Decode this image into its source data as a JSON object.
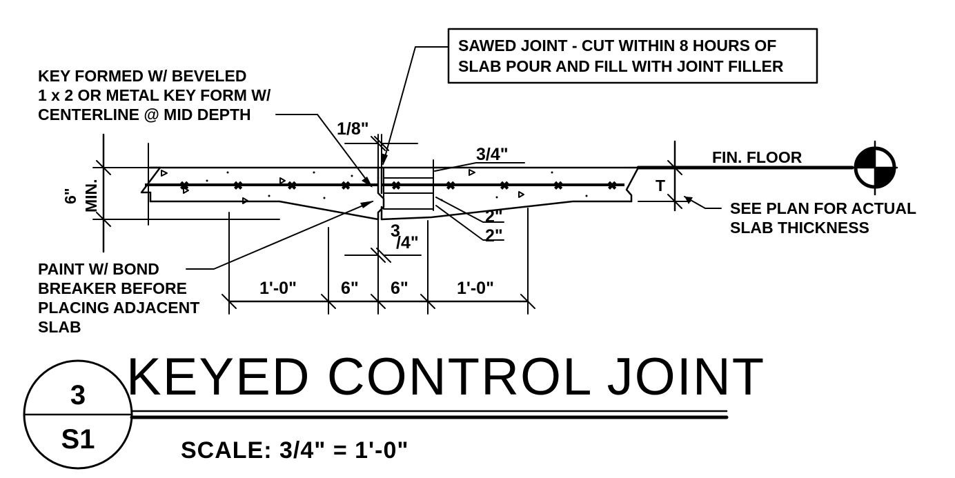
{
  "notes": {
    "sawed_joint": [
      "SAWED JOINT - CUT WITHIN 8 HOURS OF",
      "SLAB POUR AND FILL WITH JOINT FILLER"
    ],
    "key_formed": [
      "KEY FORMED W/ BEVELED",
      "1 x 2 OR METAL KEY FORM W/",
      "CENTERLINE @ MID DEPTH"
    ],
    "paint": [
      "PAINT W/ BOND",
      "BREAKER BEFORE",
      "PLACING ADJACENT",
      "SLAB"
    ],
    "see_plan": [
      "SEE PLAN FOR ACTUAL",
      "SLAB THICKNESS"
    ],
    "fin_floor": "FIN. FLOOR",
    "thickness_symbol": "T"
  },
  "dimensions": {
    "eighth": "1/8\"",
    "three_quarter_top": "3/4\"",
    "two_a": "2\"",
    "two_b": "2\"",
    "three_quarter_num": "3",
    "three_quarter_den": "/4\"",
    "six_min": "6\"",
    "min": "MIN.",
    "one_ft_left": "1'-0\"",
    "six_left": "6\"",
    "six_right": "6\"",
    "one_ft_right": "1'-0\""
  },
  "title_block": {
    "title": "KEYED CONTROL JOINT",
    "scale": "SCALE: 3/4\" = 1'-0\"",
    "detail_number": "3",
    "sheet": "S1"
  }
}
